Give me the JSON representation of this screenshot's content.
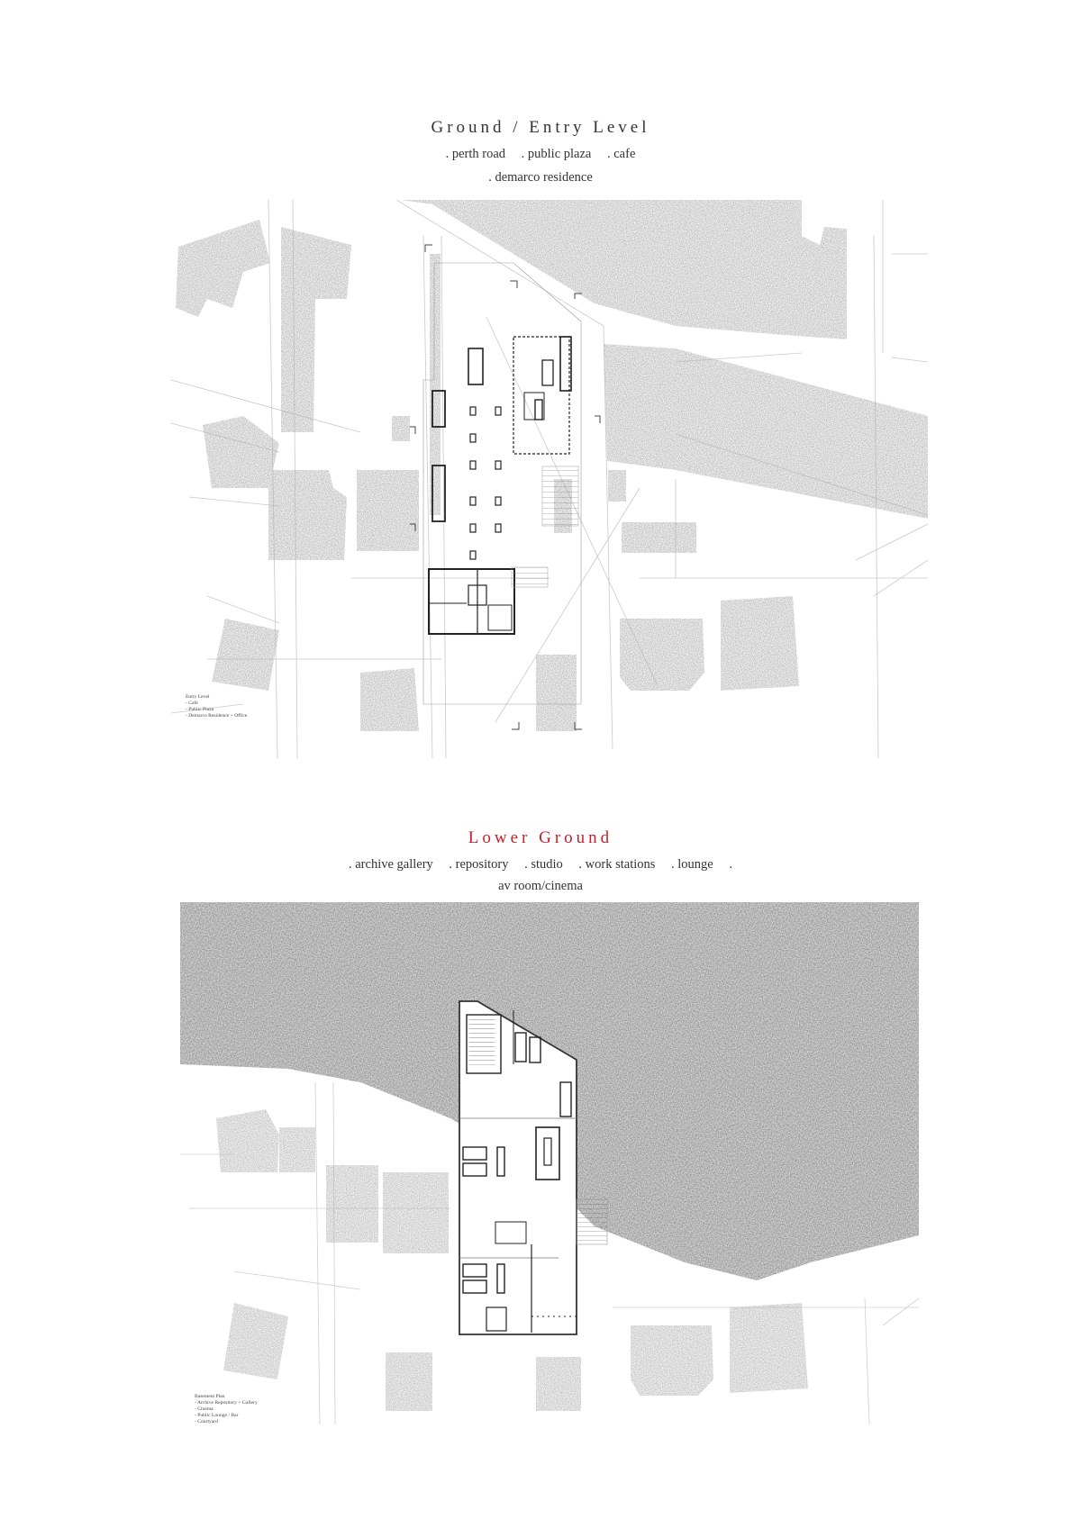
{
  "sections": [
    {
      "title": "Ground / Entry Level",
      "title_color": "#333333",
      "line1": [
        ". perth road",
        ". public plaza",
        ". cafe"
      ],
      "line2": [
        ". demarco residence"
      ],
      "legend": [
        "Entry Level",
        "- Cafe",
        "- Public Plaza",
        "- Demarco Residence + Office"
      ]
    },
    {
      "title": "Lower Ground",
      "title_color": "#c8202a",
      "line1": [
        ". archive gallery",
        ". repository",
        ". studio",
        ". work stations",
        ". lounge",
        "."
      ],
      "line2": [
        "av room/cinema"
      ],
      "legend": [
        "Basement Plan",
        "- Archive Repository + Gallery",
        "- Cinema",
        "- Public Lounge / Bar",
        "- Courtyard"
      ]
    }
  ],
  "colors": {
    "ink": "#333333",
    "texture_light": "#8a8a8a",
    "texture_dark": "#4a4a4a",
    "paper": "#ffffff"
  }
}
